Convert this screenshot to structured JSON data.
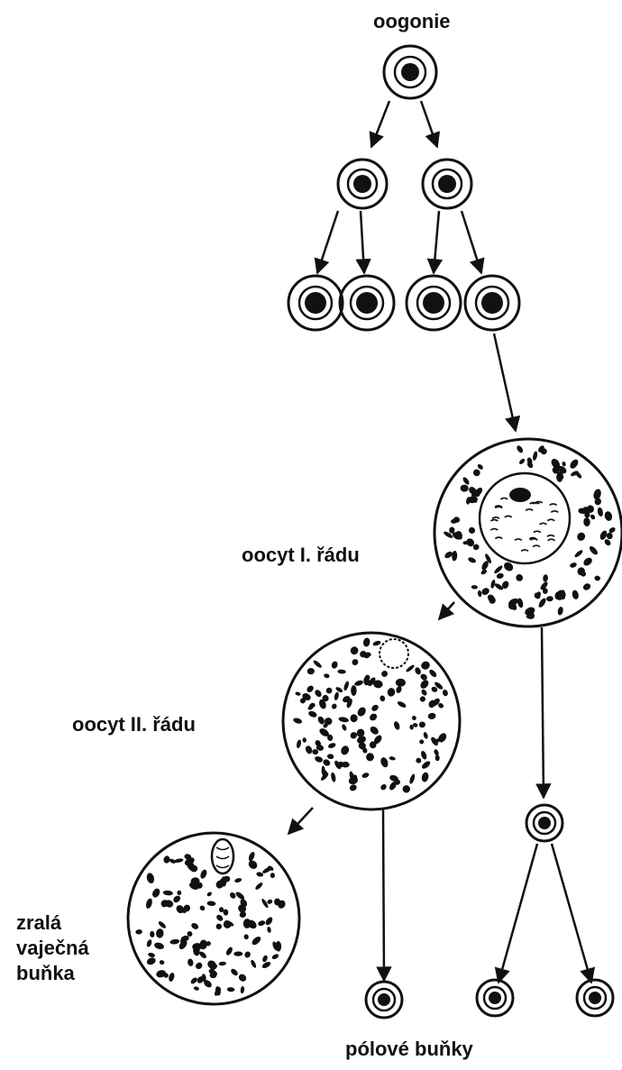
{
  "labels": {
    "oogonia": "oogonie",
    "oocyte_1": "oocyt I. řádu",
    "oocyte_2": "oocyt II. řádu",
    "mature_egg_line1": "zralá",
    "mature_egg_line2": "vaječná",
    "mature_egg_line3": "buňka",
    "polar_bodies": "pólové buňky"
  },
  "colors": {
    "ink": "#111111",
    "paper": "#ffffff"
  }
}
